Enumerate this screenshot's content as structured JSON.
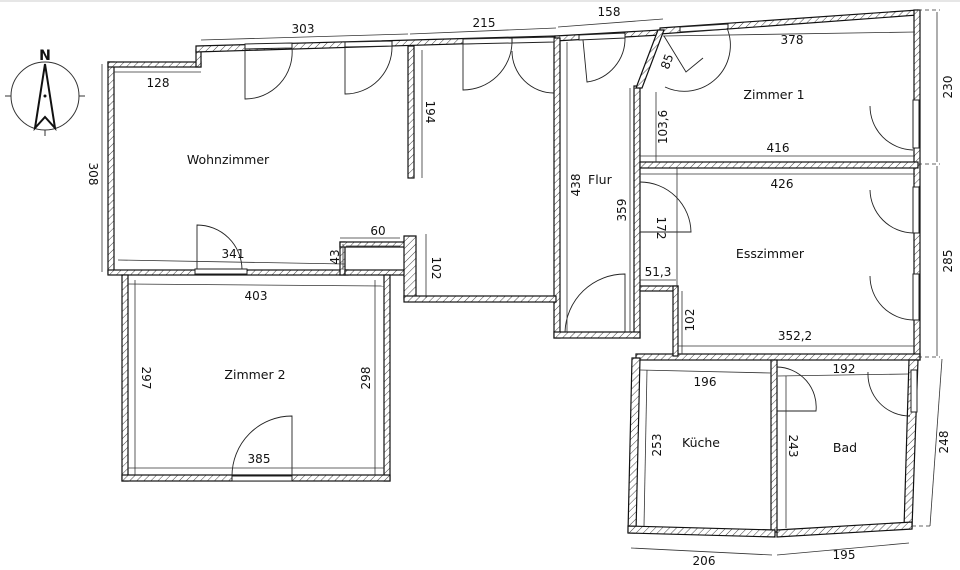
{
  "compass": {
    "label": "N"
  },
  "rooms": {
    "wohnzimmer": "Wohnzimmer",
    "flur": "Flur",
    "zimmer1": "Zimmer 1",
    "esszimmer": "Esszimmer",
    "zimmer2": "Zimmer 2",
    "kueche": "Küche",
    "bad": "Bad"
  },
  "dimensions": {
    "top_303": "303",
    "top_215": "215",
    "top_158": "158",
    "top_128": "128",
    "left_308": "308",
    "partition_194": "194",
    "flur_438": "438",
    "flur_359": "359",
    "door_85": "85",
    "z1_378": "378",
    "z1_103_6": "103,6",
    "z1_416": "416",
    "right_230": "230",
    "ess_426": "426",
    "ess_172": "172",
    "ess_51_3": "51,3",
    "ess_102": "102",
    "ess_352_2": "352,2",
    "right_285": "285",
    "wz_341": "341",
    "niche_60": "60",
    "niche_43": "43",
    "step_102": "102",
    "z2_403": "403",
    "z2_297": "297",
    "z2_298": "298",
    "z2_385": "385",
    "k_196": "196",
    "k_253": "253",
    "k_206": "206",
    "bad_192": "192",
    "bad_243": "243",
    "bad_195": "195",
    "right_248": "248"
  }
}
